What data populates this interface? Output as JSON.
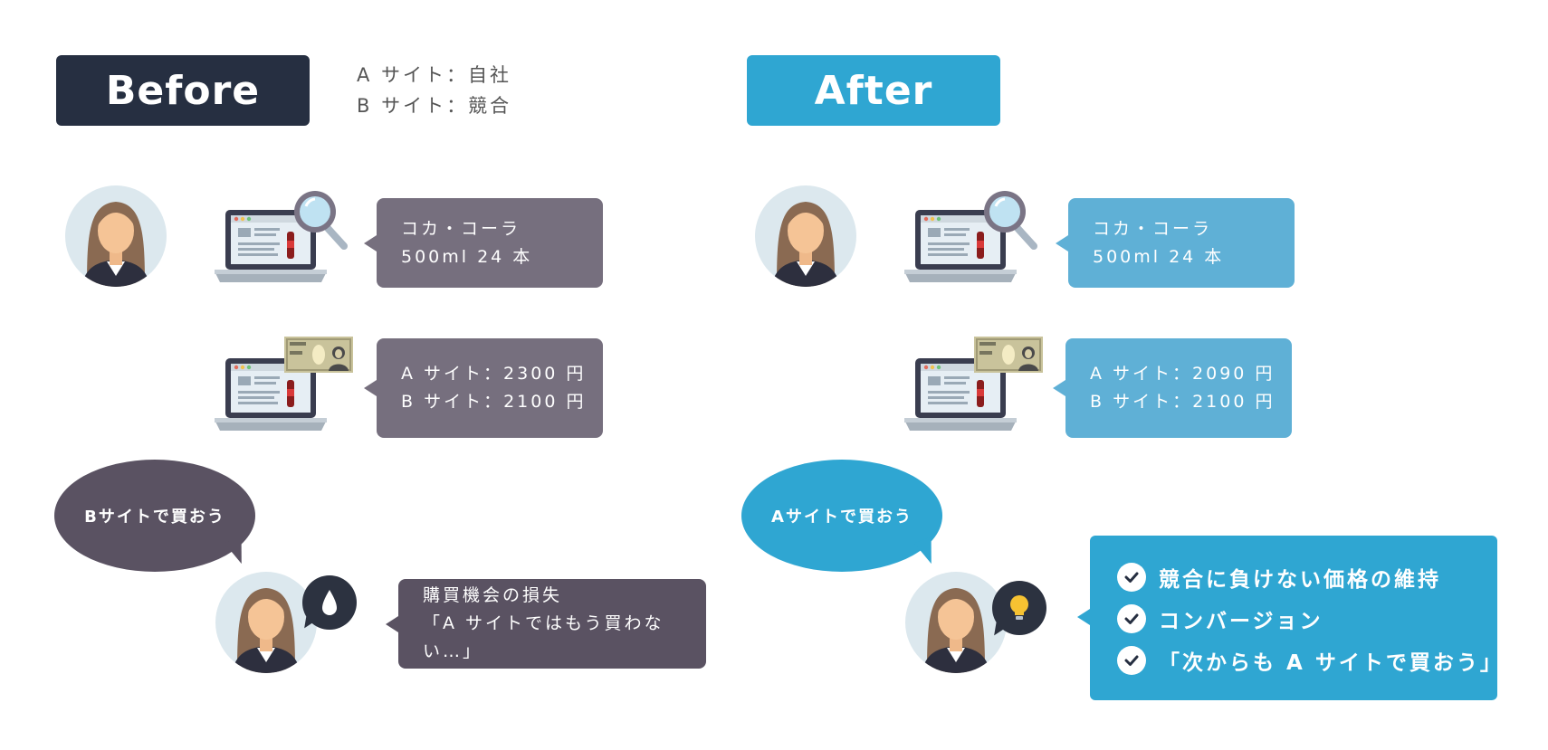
{
  "before": {
    "title": "Before",
    "legend": [
      "A サイト：自社",
      "B サイト：競合"
    ],
    "product_box": [
      "コカ・コーラ",
      "500ml 24 本"
    ],
    "price_box": [
      "A サイト：2300 円",
      "B サイト：2100 円"
    ],
    "speech": "Bサイトで買おう",
    "result_box": [
      "購買機会の損失",
      "「A サイトではもう買わない…」"
    ]
  },
  "after": {
    "title": "After",
    "product_box": [
      "コカ・コーラ",
      "500ml 24 本"
    ],
    "price_box": [
      "A サイト：2090 円",
      "B サイト：2100 円"
    ],
    "speech": "Aサイトで買おう",
    "checklist": [
      "競合に負けない価格の維持",
      "コンバージョン",
      "「次からも A サイトで買おう」"
    ]
  },
  "colors": {
    "before_badge": "#262f41",
    "after_badge": "#2fa6d2",
    "before_box": "#766f7e",
    "before_dark": "#5a5262",
    "after_box": "#5fb0d6",
    "after_brand": "#2fa6d2"
  },
  "icons": [
    "woman-avatar-icon",
    "laptop-icon",
    "magnifier-icon",
    "banknote-icon",
    "sweat-drop-icon",
    "lightbulb-icon",
    "check-icon"
  ]
}
